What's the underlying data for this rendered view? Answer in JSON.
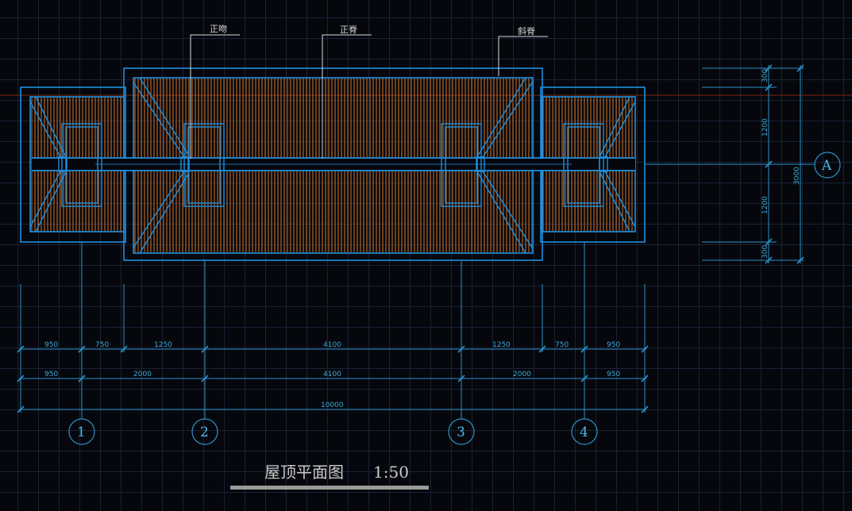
{
  "labels": {
    "ridge_end": "正吻",
    "main_ridge": "正脊",
    "hip_ridge": "斜脊"
  },
  "dimensions": {
    "row1": [
      "950",
      "750",
      "1250",
      "4100",
      "1250",
      "750",
      "950"
    ],
    "row2": [
      "950",
      "2000",
      "4100",
      "2000",
      "950"
    ],
    "total": "10000",
    "vertical": [
      "300",
      "1200",
      "1200",
      "300"
    ],
    "vertical_total": "3000"
  },
  "grid_axes": {
    "numbers": [
      "1",
      "2",
      "3",
      "4"
    ],
    "letter": "A"
  },
  "title": {
    "text": "屋顶平面图",
    "scale": "1:50"
  },
  "colors": {
    "background": "#05070c",
    "outline": "#1e8fe0",
    "tile": "#d87a2a",
    "dimension": "#3fa9d6",
    "reference_line": "#7a2a10"
  }
}
